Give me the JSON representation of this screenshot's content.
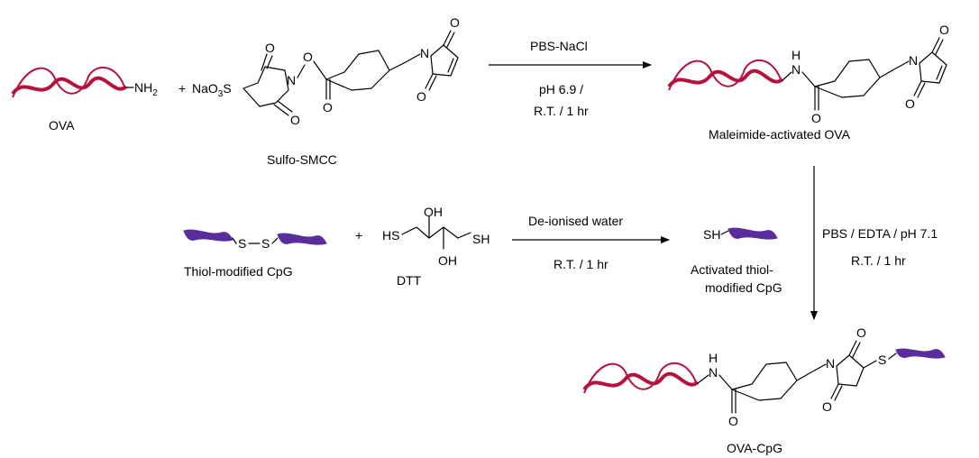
{
  "colors": {
    "ova": "#b5123f",
    "cpg": "#5a2d9c",
    "ink": "#000000"
  },
  "labels": {
    "ova": "OVA",
    "sulfo_smcc": "Sulfo-SMCC",
    "maleimide_ova": "Maleimide-activated OVA",
    "thiol_cpg": "Thiol-modified CpG",
    "dtt": "DTT",
    "activated_thiol_1": "Activated thiol-",
    "activated_thiol_2": "modified CpG",
    "ova_cpg": "OVA-CpG"
  },
  "atoms": {
    "nh2": "NH",
    "nh2_sub": "2",
    "plus": "+",
    "nao3s_prefix": "NaO",
    "nao3s_sub": "3",
    "nao3s_suffix": "S",
    "n": "N",
    "o": "O",
    "h": "H",
    "s": "S",
    "sh": "SH",
    "hs": "HS",
    "oh": "OH"
  },
  "conditions": {
    "step1": {
      "line1": "PBS-NaCl",
      "line2": "pH 6.9 /",
      "line3": "R.T. / 1 hr"
    },
    "step2": {
      "line1": "De-ionised water",
      "line2": "R.T. / 1 hr"
    },
    "step3": {
      "line1": "PBS / EDTA / pH 7.1",
      "line2": "R.T. / 1 hr"
    }
  }
}
